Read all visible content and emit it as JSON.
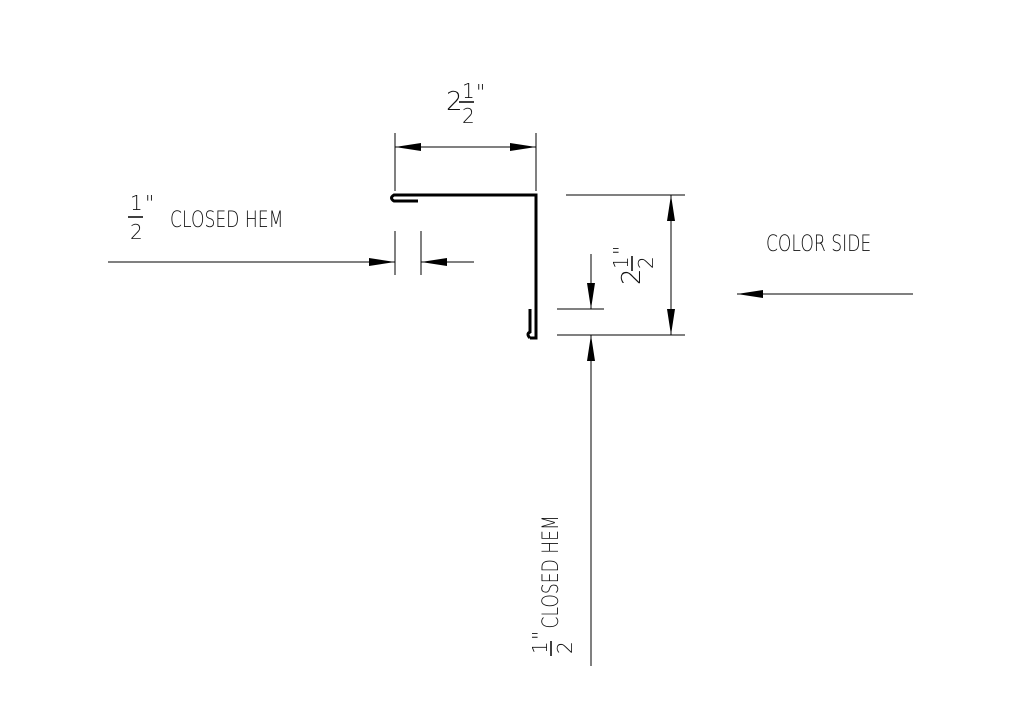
{
  "colors": {
    "ink": "#000000",
    "paper": "#ffffff"
  },
  "dimensions": {
    "top_width": {
      "whole": "2",
      "numerator": "1",
      "denominator": "2",
      "mark": "\""
    },
    "right_height": {
      "whole": "2",
      "numerator": "1",
      "denominator": "2",
      "mark": "\""
    }
  },
  "hems": {
    "left": {
      "numerator": "1",
      "denominator": "2",
      "mark": "\"",
      "text": "CLOSED HEM"
    },
    "bottom": {
      "numerator": "1",
      "denominator": "2",
      "mark": "\"",
      "text": "CLOSED HEM"
    }
  },
  "color_side": {
    "text": "COLOR SIDE"
  }
}
